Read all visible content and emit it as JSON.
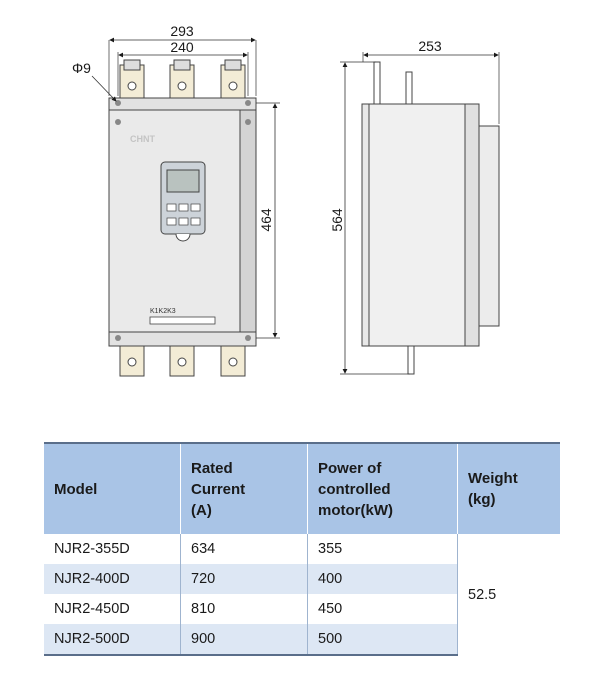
{
  "drawing": {
    "front": {
      "width_outer": "293",
      "width_mount": "240",
      "hole_dia": "Φ9",
      "height": "464",
      "brand": "CHNT",
      "terminal_label": "K1K2K3"
    },
    "side": {
      "depth": "253",
      "height": "564"
    }
  },
  "table": {
    "headers": {
      "model": "Model",
      "current": [
        "Rated",
        "Current",
        "(A)"
      ],
      "power": [
        "Power of",
        "controlled",
        "motor(kW)"
      ],
      "weight": [
        "Weight",
        "(kg)"
      ]
    },
    "rows": [
      {
        "model": "NJR2-355D",
        "current": "634",
        "power": "355"
      },
      {
        "model": "NJR2-400D",
        "current": "720",
        "power": "400"
      },
      {
        "model": "NJR2-450D",
        "current": "810",
        "power": "450"
      },
      {
        "model": "NJR2-500D",
        "current": "900",
        "power": "500"
      }
    ],
    "weight": "52.5"
  }
}
